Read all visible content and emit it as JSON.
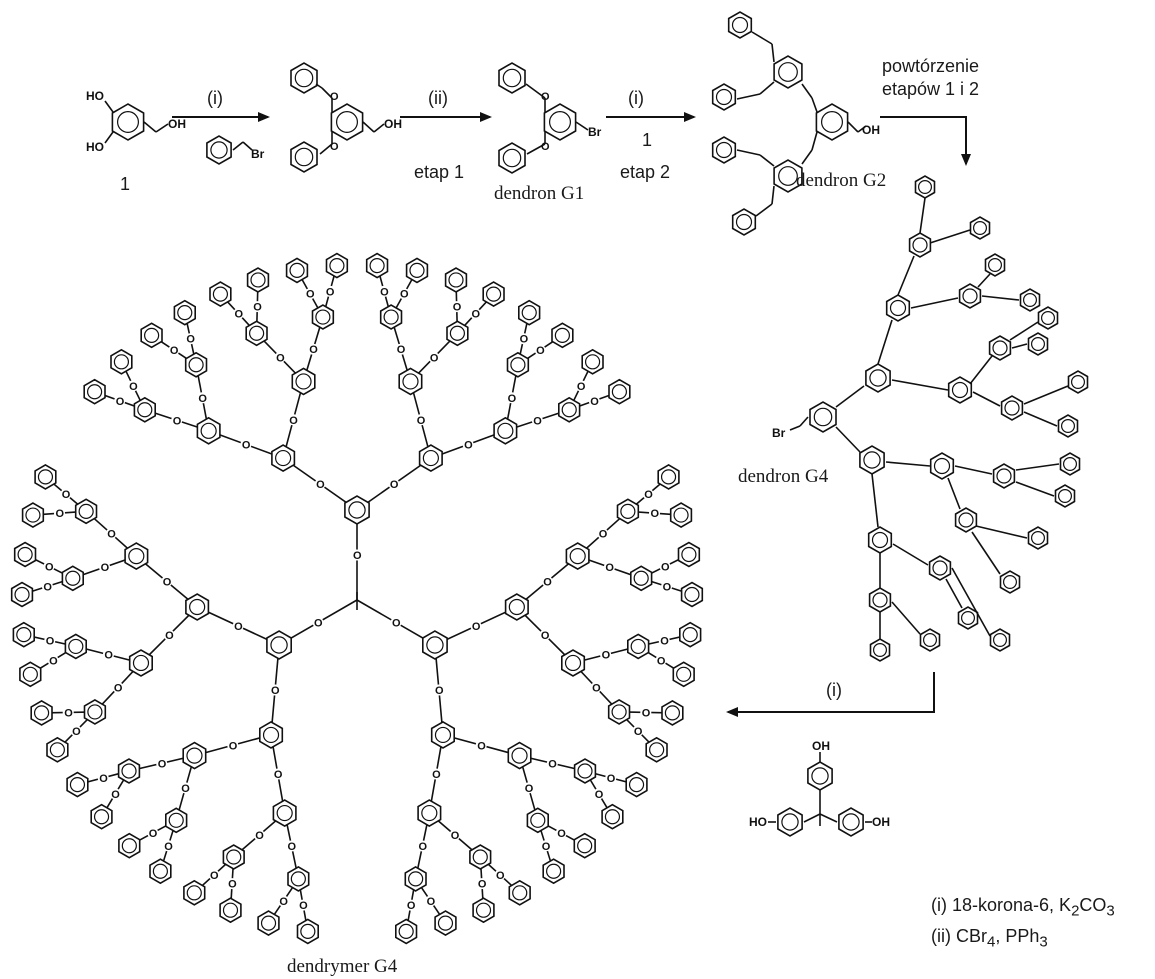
{
  "reaction_labels": {
    "step_i_1": "(i)",
    "step_ii": "(ii)",
    "step_i_2": "(i)",
    "step_i_3": "(i)",
    "reagent_1": "1",
    "etap_1": "etap 1",
    "etap_2": "etap 2",
    "repeat_line1": "powtórzenie",
    "repeat_line2": "etapów 1 i 2"
  },
  "compound_labels": {
    "compound_1": "1",
    "dendron_g1": "dendron G1",
    "dendron_g2": "dendron G2",
    "dendron_g4": "dendron G4",
    "dendrymer_g4": "dendrymer G4"
  },
  "atom_labels": {
    "ho": "HO",
    "oh": "OH",
    "o": "O",
    "br": "Br"
  },
  "conditions": {
    "line_i_prefix": "(i) 18-korona-6, K",
    "line_i_sub1": "2",
    "line_i_mid": "CO",
    "line_i_sub2": "3",
    "line_ii_prefix": "(ii) CBr",
    "line_ii_sub1": "4",
    "line_ii_mid": ", PPh",
    "line_ii_sub2": "3"
  }
}
